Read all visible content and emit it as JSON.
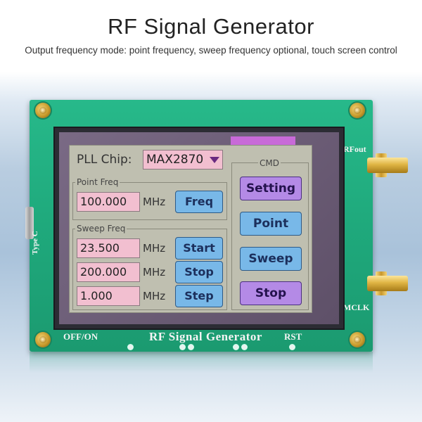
{
  "hero": {
    "title": "RF Signal Generator",
    "subtitle": "Output frequency mode: point frequency, sweep frequency optional, touch screen control"
  },
  "board": {
    "silk_title": "RF Signal Generator",
    "offon_label": "OFF/ON",
    "rst_label": "RST",
    "rfout_label": "RFout",
    "mclk_label": "MCLK",
    "typec_label": "Type C",
    "pcb_color": "#22b083"
  },
  "screen": {
    "pll_label": "PLL Chip:",
    "pll_value": "MAX2870",
    "dropdown_icon": "triangle-down-icon",
    "point_group_label": "Point Freq",
    "point_value": "100.000",
    "point_unit": "MHz",
    "freq_button": "Freq",
    "sweep_group_label": "Sweep Freq",
    "sweep_start_value": "23.500",
    "sweep_start_unit": "MHz",
    "start_button": "Start",
    "sweep_stop_value": "200.000",
    "sweep_stop_unit": "MHz",
    "stop_button_small": "Stop",
    "sweep_step_value": "1.000",
    "sweep_step_unit": "MHz",
    "step_button": "Step",
    "cmd_label": "CMD",
    "setting_button": "Setting",
    "point_button": "Point",
    "sweep_button": "Sweep",
    "stop_button": "Stop",
    "colors": {
      "field_pink": "#f2bfd0",
      "button_blue": "#78b8e8",
      "button_purple": "#b48ae6",
      "panel_grey": "#bfbfb0"
    }
  }
}
